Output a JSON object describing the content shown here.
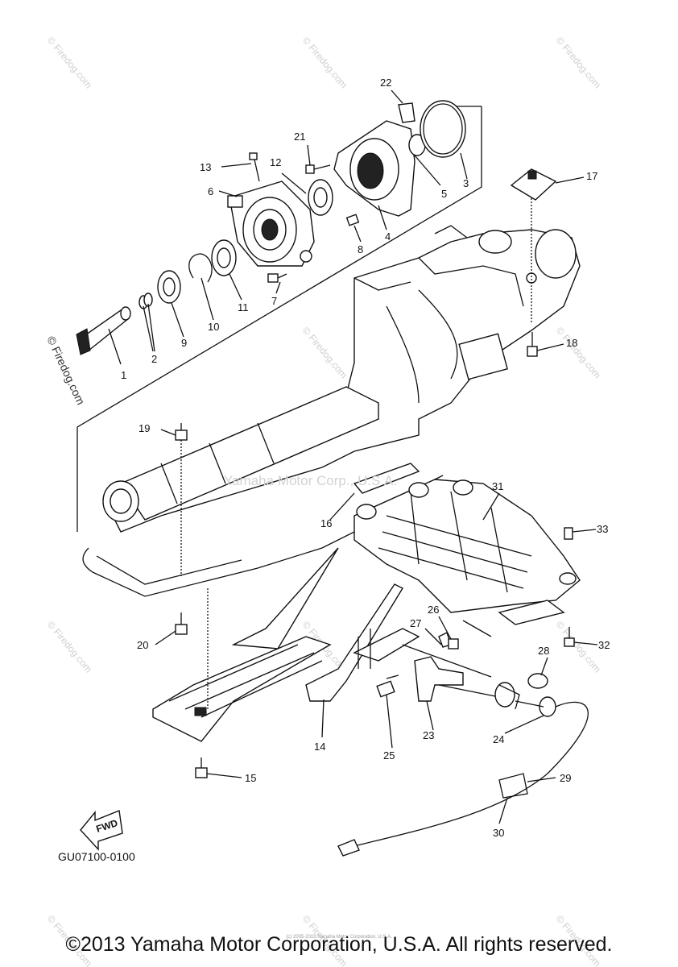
{
  "watermark_center": "Yamaha Motor Corp., U.S.A.",
  "watermark_corner": "© Firedog.com",
  "diagram_code": "GU07100-0100",
  "fwd_label": "FWD",
  "copyright": "©2013 Yamaha Motor Corporation, U.S.A. All rights reserved.",
  "copyright_small": "(c) 2005-2015 Yamaha Motor Corporation, U.S.A.",
  "parts": [
    {
      "num": "1"
    },
    {
      "num": "2"
    },
    {
      "num": "3"
    },
    {
      "num": "4"
    },
    {
      "num": "5"
    },
    {
      "num": "6"
    },
    {
      "num": "7"
    },
    {
      "num": "8"
    },
    {
      "num": "9"
    },
    {
      "num": "10"
    },
    {
      "num": "11"
    },
    {
      "num": "12"
    },
    {
      "num": "13"
    },
    {
      "num": "14"
    },
    {
      "num": "15"
    },
    {
      "num": "16"
    },
    {
      "num": "17"
    },
    {
      "num": "18"
    },
    {
      "num": "19"
    },
    {
      "num": "20"
    },
    {
      "num": "21"
    },
    {
      "num": "22"
    },
    {
      "num": "23"
    },
    {
      "num": "24"
    },
    {
      "num": "25"
    },
    {
      "num": "26"
    },
    {
      "num": "27"
    },
    {
      "num": "28"
    },
    {
      "num": "29"
    },
    {
      "num": "30"
    },
    {
      "num": "31"
    },
    {
      "num": "32"
    },
    {
      "num": "33"
    }
  ]
}
